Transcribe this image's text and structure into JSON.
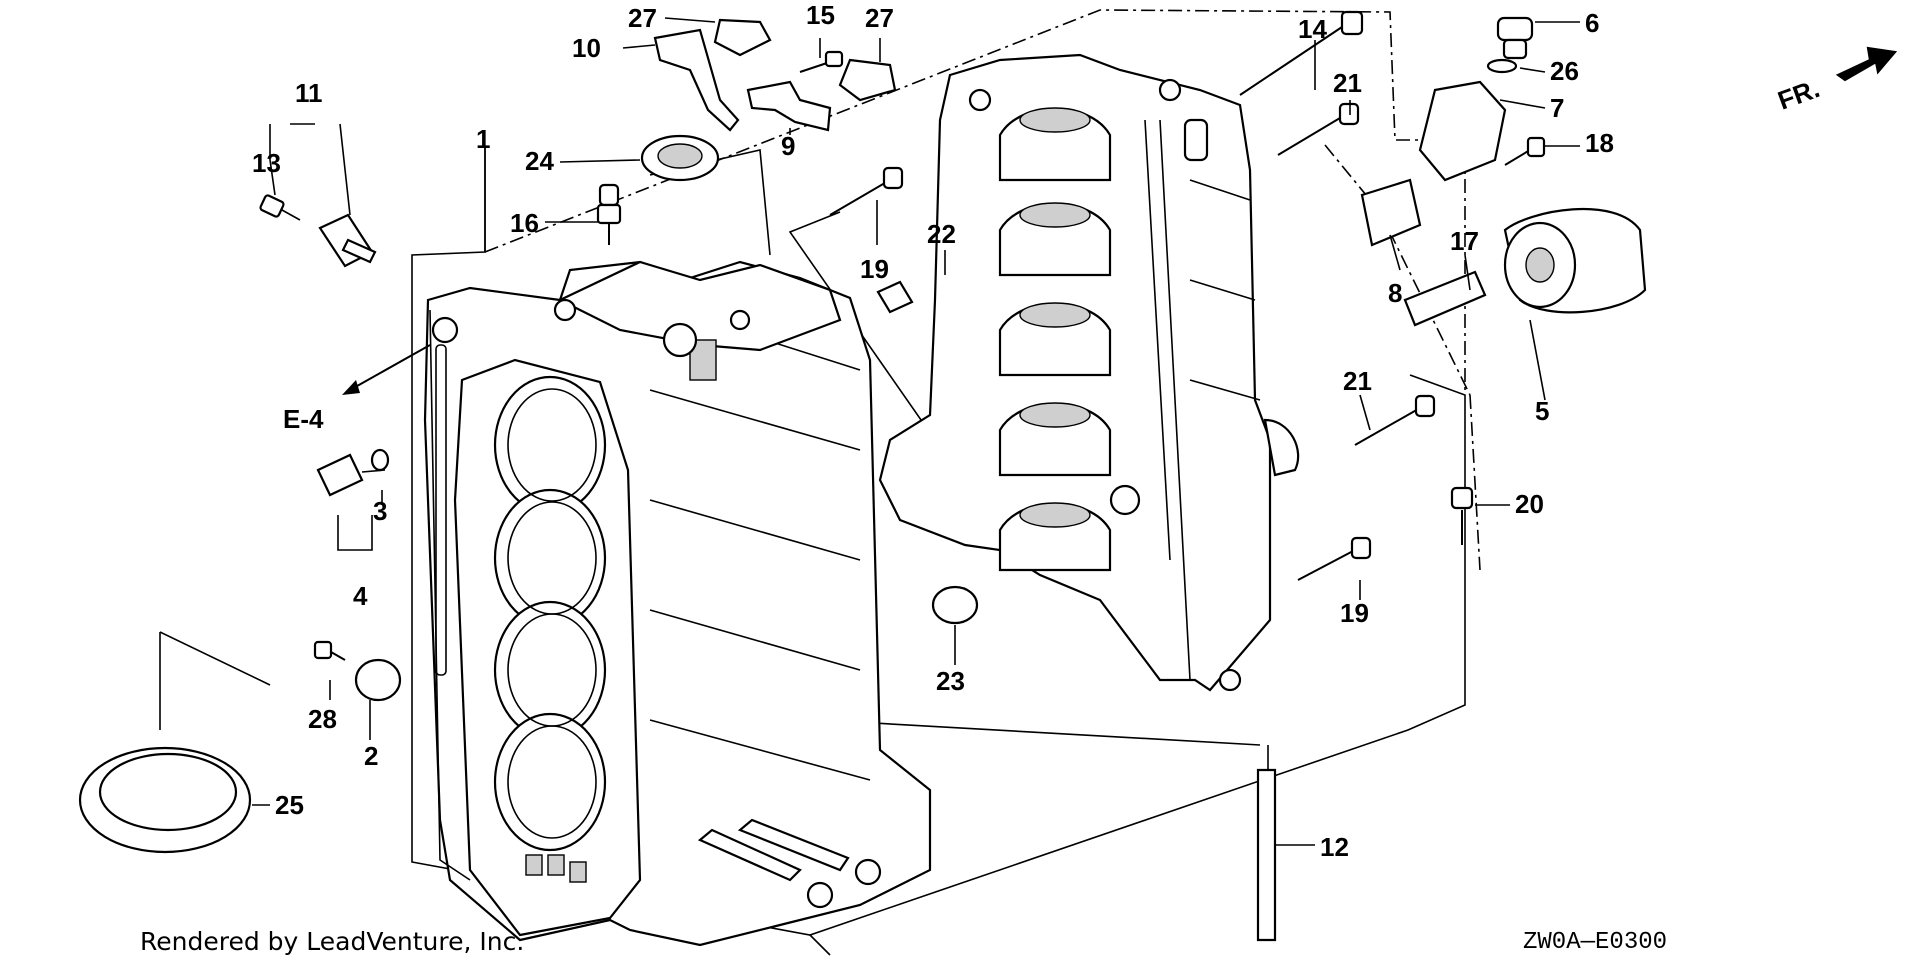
{
  "diagram": {
    "callouts": {
      "c1": "1",
      "c2": "2",
      "c3": "3",
      "c4": "4",
      "c5": "5",
      "c6": "6",
      "c7": "7",
      "c8": "8",
      "c9": "9",
      "c10": "10",
      "c11": "11",
      "c12": "12",
      "c13": "13",
      "c14": "14",
      "c15": "15",
      "c16": "16",
      "c17": "17",
      "c18": "18",
      "c19a": "19",
      "c19b": "19",
      "c20": "20",
      "c21a": "21",
      "c21b": "21",
      "c22": "22",
      "c23": "23",
      "c24": "24",
      "c25": "25",
      "c26": "26",
      "c27a": "27",
      "c27b": "27",
      "c28": "28"
    },
    "reference": "E-4",
    "direction": "FR.",
    "footer": "Rendered by LeadVenture, Inc.",
    "drawing_code": "ZW0A—E0300"
  }
}
